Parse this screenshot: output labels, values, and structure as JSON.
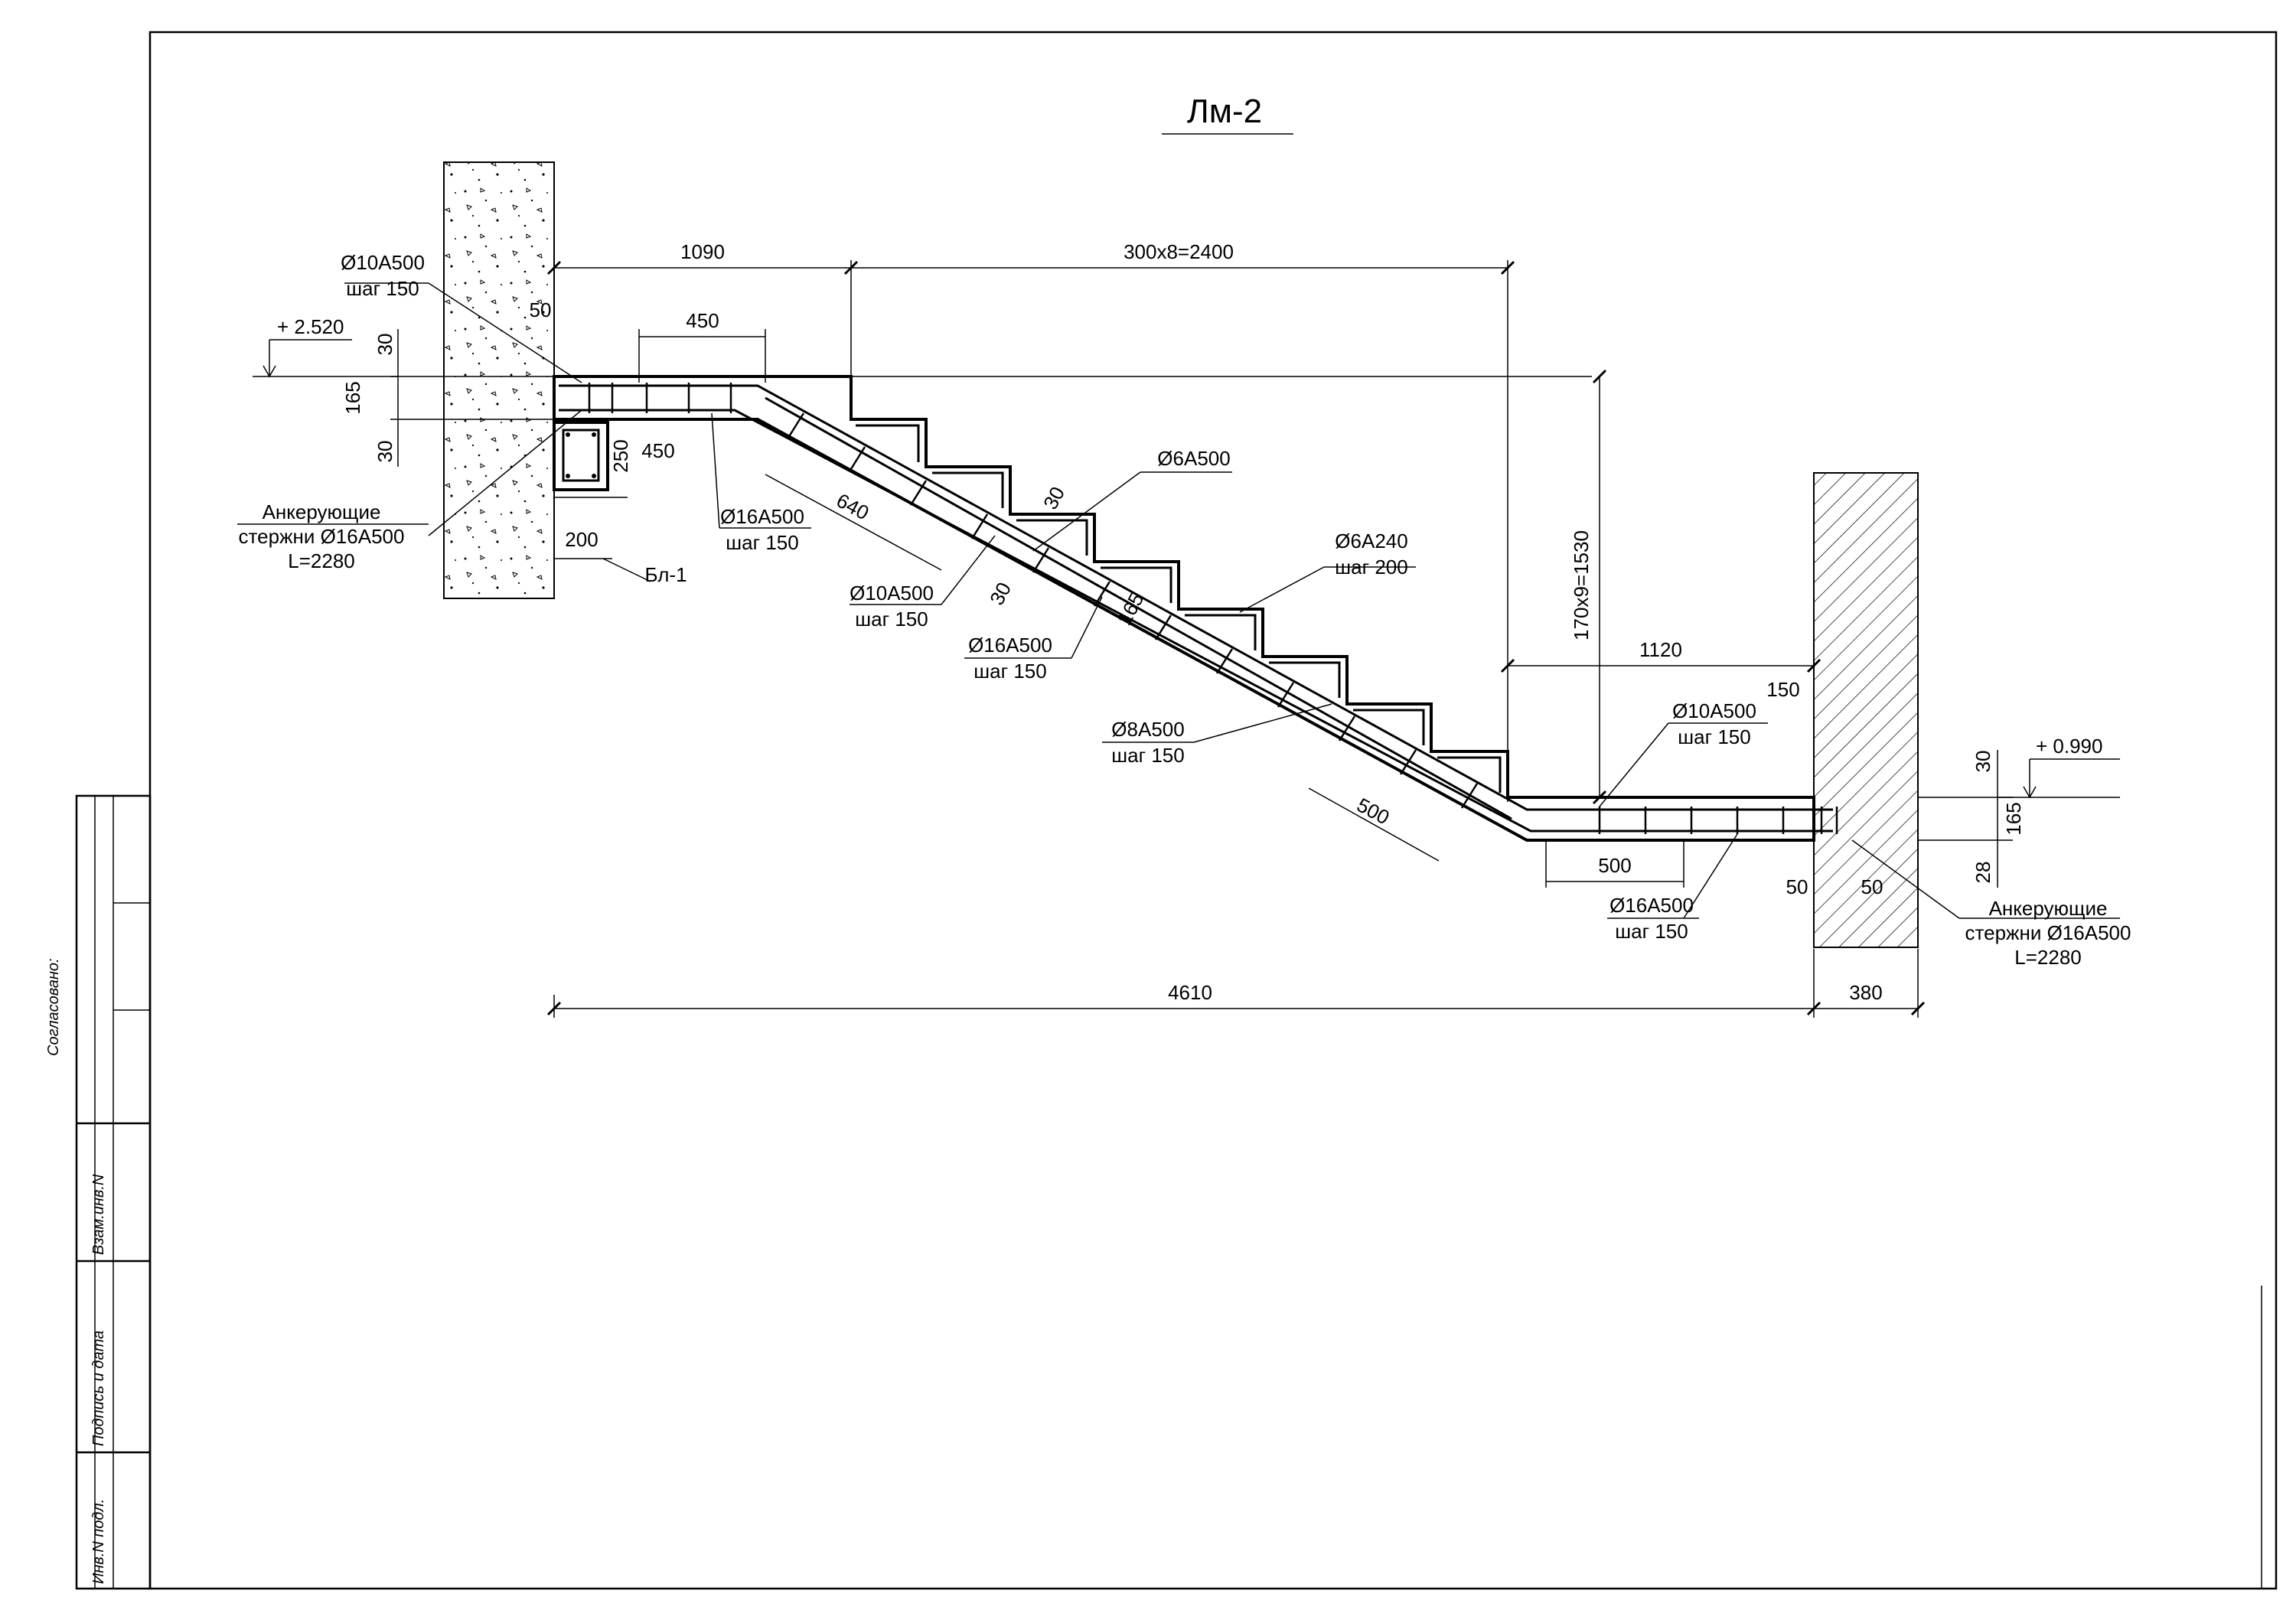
{
  "title": "Лм-2",
  "levels": {
    "top": "+ 2.520",
    "bottom": "+ 0.990"
  },
  "dimensions": {
    "top_landing": "1090",
    "flight_run": "300x8=2400",
    "rise": "170x9=1530",
    "bottom_landing": "1120",
    "overall": "4610",
    "wall_right": "380",
    "beam_width": "200",
    "beam_height": "250",
    "top_50": "50",
    "top_450_a": "450",
    "top_450_b": "450",
    "top_30_a": "30",
    "top_165": "165",
    "top_30_b": "30",
    "flight_640": "640",
    "flight_30_a": "30",
    "flight_30_b": "30",
    "flight_165": "165",
    "flight_500": "500",
    "bot_150": "150",
    "bot_500": "500",
    "bot_50_a": "50",
    "bot_50_b": "50",
    "bot_30": "30",
    "bot_165": "165",
    "bot_28": "28"
  },
  "callouts": {
    "c1_line1": "Ø10А500",
    "c1_line2": "шаг 150",
    "c2_line1": "Анкерующие",
    "c2_line2": "стержни Ø16А500",
    "c2_line3": "L=2280",
    "c3_line1": "Ø16А500",
    "c3_line2": "шаг 150",
    "beam_label": "Бл-1",
    "c4_line1": "Ø10А500",
    "c4_line2": "шаг 150",
    "c5_line1": "Ø16А500",
    "c5_line2": "шаг 150",
    "c6": "Ø6А500",
    "c7_line1": "Ø6А240",
    "c7_line2": "шаг 200",
    "c8_line1": "Ø8А500",
    "c8_line2": "шаг 150",
    "c9_line1": "Ø10А500",
    "c9_line2": "шаг 150",
    "c10_line1": "Ø16А500",
    "c10_line2": "шаг 150",
    "c11_line1": "Анкерующие",
    "c11_line2": "стержни Ø16А500",
    "c11_line3": "L=2280"
  },
  "stamp": {
    "agreed": "Согласовано:",
    "inv_replace": "Взам.инв.N",
    "sign_date": "Подпись и дата",
    "inv_orig": "Инв.N подл."
  }
}
